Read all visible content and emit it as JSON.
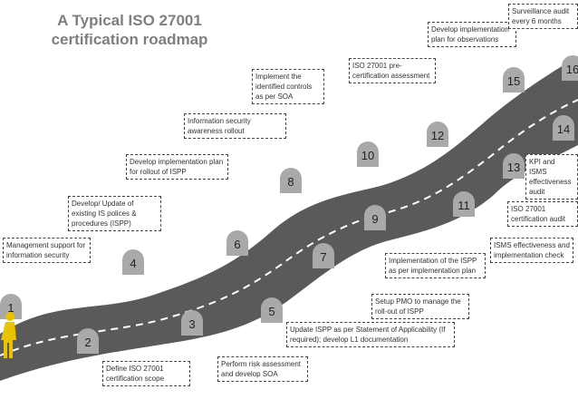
{
  "title": "A Typical ISO 27001 certification roadmap",
  "milestones": [
    {
      "number": "1",
      "text": "Management support for information security"
    },
    {
      "number": "2",
      "text": "Define ISO 27001 certification scope"
    },
    {
      "number": "3",
      "text": "Perform risk assessment and develop SOA"
    },
    {
      "number": "4",
      "text": "Develop/ Update of existing IS polices & procedures (ISPP)"
    },
    {
      "number": "5",
      "text": "Update ISPP as per Statement of Applicability (If required); develop L1 documentation"
    },
    {
      "number": "6",
      "text": "Develop implementation plan for rollout of ISPP"
    },
    {
      "number": "7",
      "text": "Setup PMO to manage the roll-out of ISPP"
    },
    {
      "number": "8",
      "text": "Information security awareness rollout"
    },
    {
      "number": "9",
      "text": "Implementation of the ISPP as per implementation plan"
    },
    {
      "number": "10",
      "text": "Implement the identified controls as per SOA"
    },
    {
      "number": "11",
      "text": "ISMS effectiveness and implementation check"
    },
    {
      "number": "12",
      "text": "ISO 27001 pre-certification assessment"
    },
    {
      "number": "13",
      "text": "ISO 27001 certification audit"
    },
    {
      "number": "14",
      "text": "KPI and ISMS effectiveness audit"
    },
    {
      "number": "15",
      "text": "Develop implementation plan for observations"
    },
    {
      "number": "16",
      "text": "Surveillance audit every 6 months"
    }
  ],
  "colors": {
    "road": "#5a5a5a",
    "marker": "#a9a9a9",
    "person": "#e8c400",
    "title": "#7f7f7f"
  }
}
